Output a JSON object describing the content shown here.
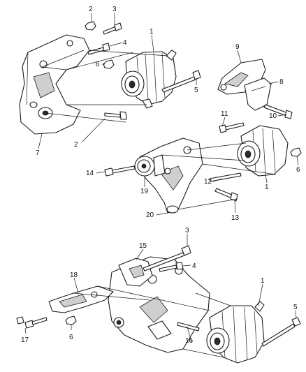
{
  "callouts": {
    "c1a": "1",
    "c2a": "2",
    "c3a": "3",
    "c4a": "4",
    "c5a": "5",
    "c6a": "6",
    "c7": "7",
    "c2b": "2",
    "c9": "9",
    "c8": "8",
    "c10": "10",
    "c11": "11",
    "c1b": "1",
    "c6b": "6",
    "c12": "12",
    "c13": "13",
    "c14": "14",
    "c19": "19",
    "c20": "20",
    "c3c": "3",
    "c15": "15",
    "c4c": "4",
    "c18": "18",
    "c1c": "1",
    "c5c": "5",
    "c16": "16",
    "c17": "17",
    "c6c": "6"
  },
  "colors": {
    "line": "#1a1a1a",
    "shade": "#cfcfcf",
    "background": "#ffffff"
  }
}
